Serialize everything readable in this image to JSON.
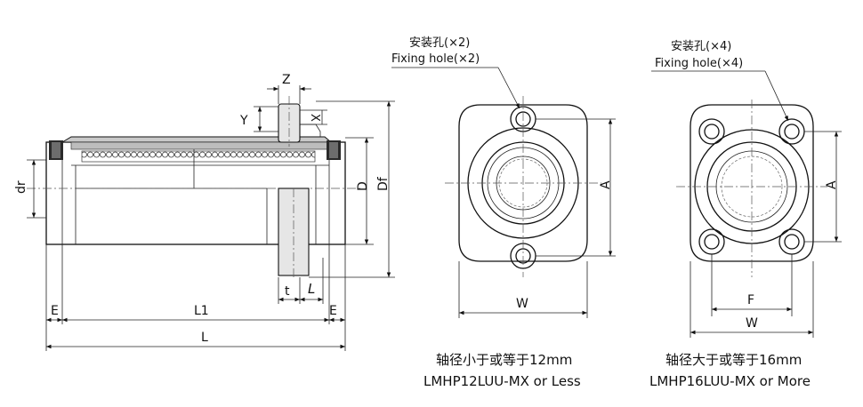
{
  "side_view": {
    "dims": {
      "z": "Z",
      "y": "Y",
      "x": "X",
      "dr": "dr",
      "d": "D",
      "df": "Df",
      "t": "t",
      "l": "L",
      "e_left": "E",
      "l1": "L1",
      "e_right": "E"
    }
  },
  "front_2hole": {
    "hole_cn": "安装孔(×2)",
    "hole_en": "Fixing hole(×2)",
    "dim_a": "A",
    "dim_w": "W",
    "caption_cn": "轴径小于或等于12mm",
    "caption_en": "LMHP12LUU-MX or Less"
  },
  "front_4hole": {
    "hole_cn": "安装孔(×4)",
    "hole_en": "Fixing hole(×4)",
    "dim_a": "A",
    "dim_f": "F",
    "dim_w": "W",
    "caption_cn": "轴径大于或等于16mm",
    "caption_en": "LMHP16LUU-MX or More"
  }
}
